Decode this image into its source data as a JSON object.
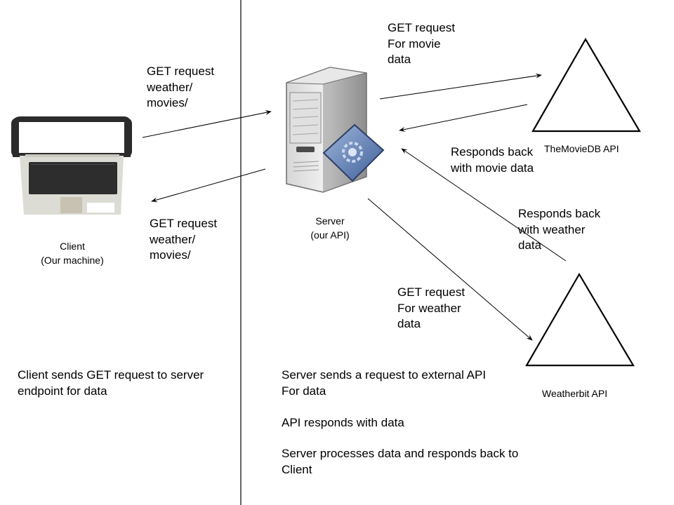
{
  "client": {
    "label": "Client\n(Our machine)"
  },
  "server": {
    "label": "Server\n(our API)"
  },
  "apis": {
    "moviedb": "TheMovieDB API",
    "weatherbit": "Weatherbit API"
  },
  "arrows": {
    "client_request": "GET request\nweather/\nmovies/",
    "client_response": "GET request\nweather/\nmovies/",
    "movie_request": "GET request\nFor movie\ndata",
    "movie_response": "Responds back\nwith movie data",
    "weather_response": "Responds back\nwith weather\ndata",
    "weather_request": "GET request\nFor weather\ndata"
  },
  "notes": {
    "client": "Client sends GET request to server\nendpoint for data",
    "server_1": "Server sends a request to external API\nFor data",
    "server_2": "API responds with data",
    "server_3": "Server processes data and responds back to\nClient"
  }
}
